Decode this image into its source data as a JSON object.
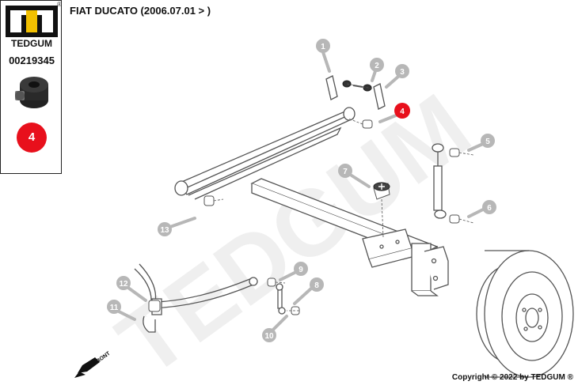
{
  "brand": {
    "name": "TEDGUM",
    "registered_mark": "®",
    "watermark": "TEDGUM"
  },
  "part": {
    "number": "00219345",
    "highlighted_item": "4"
  },
  "title": "FIAT DUCATO (2006.07.01 > )",
  "copyright": "Copyright © 2022 by TEDGUM ®",
  "front_label": "FRONT",
  "colors": {
    "highlight": "#e8101c",
    "callout": "#b7b7b7",
    "line": "#555555",
    "watermark": "#eeeeee"
  },
  "callouts": [
    {
      "label": "1"
    },
    {
      "label": "2"
    },
    {
      "label": "3"
    },
    {
      "label": "4"
    },
    {
      "label": "5"
    },
    {
      "label": "6"
    },
    {
      "label": "7"
    },
    {
      "label": "8"
    },
    {
      "label": "9"
    },
    {
      "label": "10"
    },
    {
      "label": "11"
    },
    {
      "label": "12"
    },
    {
      "label": "13"
    }
  ]
}
